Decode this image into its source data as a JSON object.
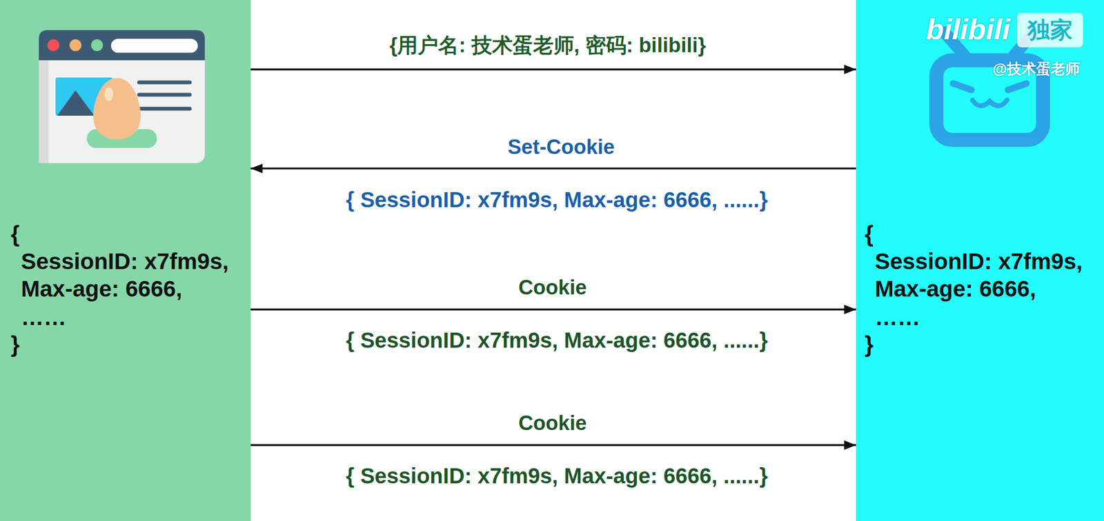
{
  "diagram": {
    "nodes": [
      {
        "text": [
          "{",
          "SessionID: x7fm9s,",
          "Max-age: 6666,",
          "……",
          "}"
        ]
      },
      {
        "text": [
          "{",
          "SessionID: x7fm9s,",
          "Max-age: 6666,",
          "……",
          "}"
        ]
      }
    ],
    "edges": [
      {
        "from": 0,
        "to": 1,
        "label": "{用户名: 技术蛋老师, 密码: bilibili}",
        "arrow": "to"
      },
      {
        "from": 1,
        "to": 0,
        "label": "Set-Cookie",
        "arrow": "to"
      },
      {
        "from": 0,
        "to": 1,
        "label": "Cookie",
        "arrow": "to"
      },
      {
        "from": 0,
        "to": 1,
        "label": "Cookie",
        "arrow": "to"
      }
    ],
    "labels": [
      "{ SessionID: x7fm9s, Max-age: 6666, ......}",
      "{ SessionID: x7fm9s, Max-age: 6666, ......}",
      "{ SessionID: x7fm9s, Max-age: 6666, ......}",
      "bilibili",
      "独家",
      "@技术蛋老师"
    ]
  }
}
